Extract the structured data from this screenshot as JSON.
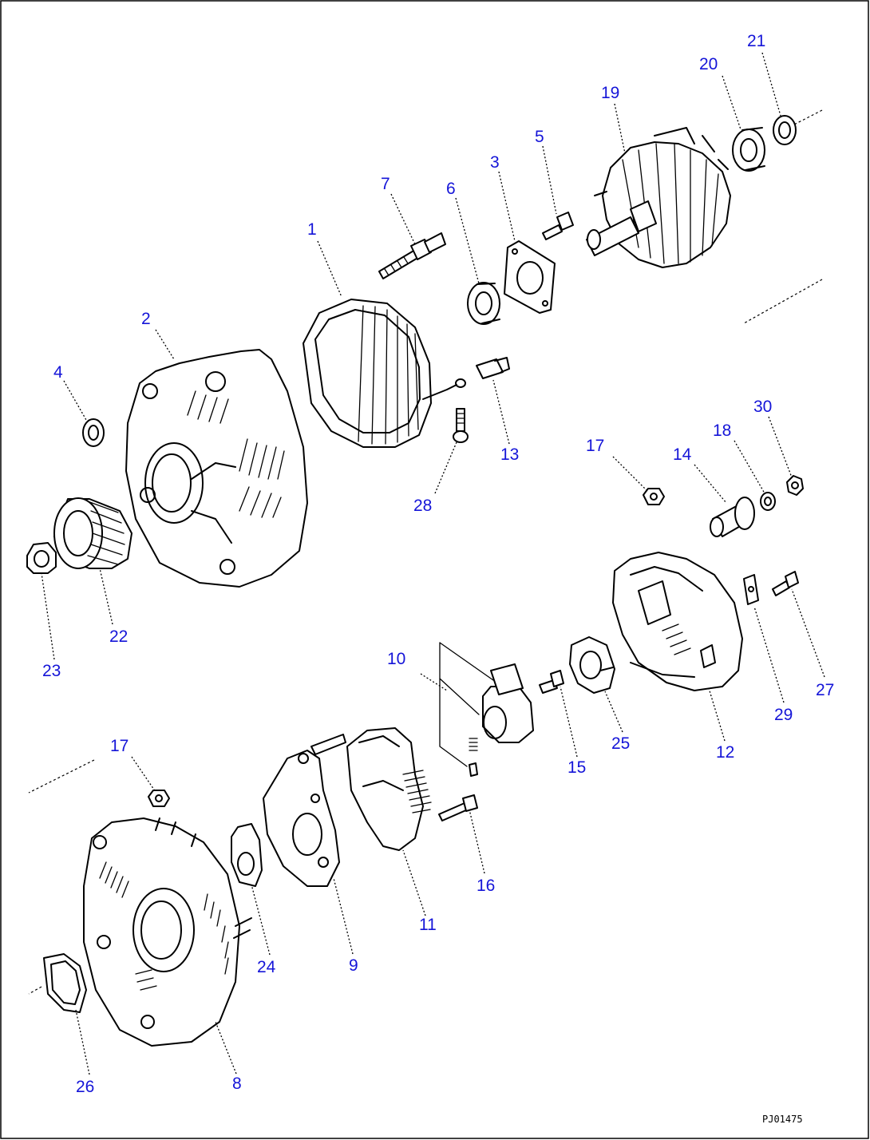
{
  "figure": {
    "code": "PJ01475",
    "labels": {
      "p1": "1",
      "p2": "2",
      "p3": "3",
      "p4": "4",
      "p5": "5",
      "p6": "6",
      "p7": "7",
      "p8": "8",
      "p9": "9",
      "p10": "10",
      "p11": "11",
      "p12": "12",
      "p13": "13",
      "p14": "14",
      "p15": "15",
      "p16": "16",
      "p17a": "17",
      "p17b": "17",
      "p18": "18",
      "p19": "19",
      "p20": "20",
      "p21": "21",
      "p22": "22",
      "p23": "23",
      "p24": "24",
      "p25": "25",
      "p26": "26",
      "p27": "27",
      "p28": "28",
      "p29": "29",
      "p30": "30"
    }
  },
  "colors": {
    "callout": "#1515d8",
    "line": "#000000"
  }
}
